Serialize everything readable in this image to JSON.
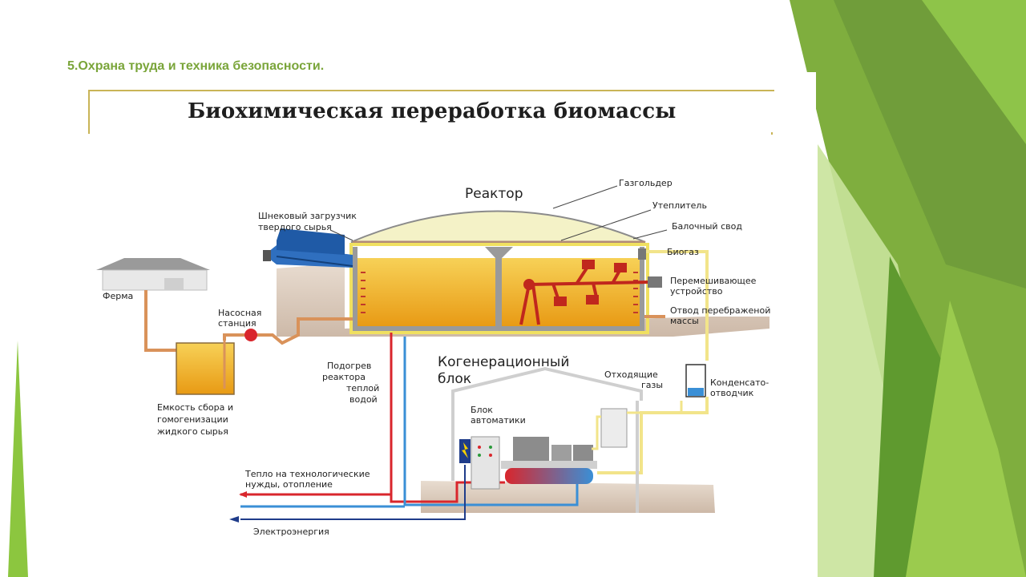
{
  "slide": {
    "heading": "5.Охрана труда и техника безопасности.",
    "title": "Биохимическая переработка биомассы"
  },
  "diagram": {
    "reactor": "Реактор",
    "gasholder": "Газгольдер",
    "insulation": "Утеплитель",
    "beam_roof": "Балочный свод",
    "biogas": "Биогаз",
    "mixer_line1": "Перемешивающее",
    "mixer_line2": "устройство",
    "digestate_line1": "Отвод перебраженой",
    "digestate_line2": "массы",
    "screw_loader_line1": "Шнековый загрузчик",
    "screw_loader_line2": "твердого сырья",
    "farm": "Ферма",
    "pump_line1": "Насосная",
    "pump_line2": "станция",
    "tank_line1": "Емкость сбора и",
    "tank_line2": "гомогенизации",
    "tank_line3": "жидкого сырья",
    "heating_line1": "Подогрев",
    "heating_line2": "реактора",
    "heating_line3": "теплой",
    "heating_line4": "водой",
    "cogen_line1": "Когенерационный",
    "cogen_line2": "блок",
    "automation_line1": "Блок",
    "automation_line2": "автоматики",
    "exhaust_line1": "Отходящие",
    "exhaust_line2": "газы",
    "condensate_line1": "Конденсато-",
    "condensate_line2": "отводчик",
    "heat_needs_line1": "Тепло на технологические",
    "heat_needs_line2": "нужды, отопление",
    "electricity": "Электроэнергия"
  },
  "colors": {
    "heading": "#7aa53a",
    "slurry": "#f0b418",
    "hot_water": "#d9262c",
    "cold_water": "#3a8fd6",
    "gas_pipe": "#f2e48a",
    "feed_pipe": "#d9925a",
    "accent_green": "#8cc63f"
  }
}
